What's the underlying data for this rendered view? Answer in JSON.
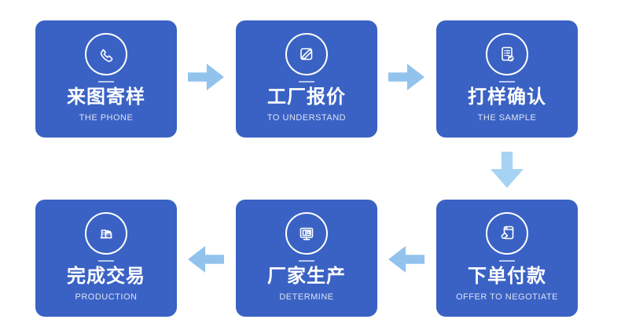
{
  "colors": {
    "card": "#3a62c4",
    "arrow": "#92c3ed",
    "arrow_light": "#a6d3f3",
    "title": "#ffffff",
    "subtitle": "rgba(255,255,255,0.82)",
    "background": "#ffffff"
  },
  "steps": [
    {
      "title": "来图寄样",
      "subtitle": "THE PHONE",
      "icon": "phone-icon"
    },
    {
      "title": "工厂报价",
      "subtitle": "TO UNDERSTAND",
      "icon": "pencil-note-icon"
    },
    {
      "title": "打样确认",
      "subtitle": "THE SAMPLE",
      "icon": "document-check-icon"
    },
    {
      "title": "下单付款",
      "subtitle": "OFFER TO NEGOTIATE",
      "icon": "order-payment-icon"
    },
    {
      "title": "厂家生产",
      "subtitle": "DETERMINE",
      "icon": "monitor-icon"
    },
    {
      "title": "完成交易",
      "subtitle": "PRODUCTION",
      "icon": "factory-icon"
    }
  ],
  "arrows": [
    {
      "id": "arrow-1",
      "direction": "right",
      "from": "来图寄样",
      "to": "工厂报价"
    },
    {
      "id": "arrow-2",
      "direction": "right",
      "from": "工厂报价",
      "to": "打样确认"
    },
    {
      "id": "arrow-3",
      "direction": "down",
      "from": "打样确认",
      "to": "下单付款"
    },
    {
      "id": "arrow-4",
      "direction": "left",
      "from": "下单付款",
      "to": "厂家生产"
    },
    {
      "id": "arrow-5",
      "direction": "left",
      "from": "厂家生产",
      "to": "完成交易"
    }
  ]
}
